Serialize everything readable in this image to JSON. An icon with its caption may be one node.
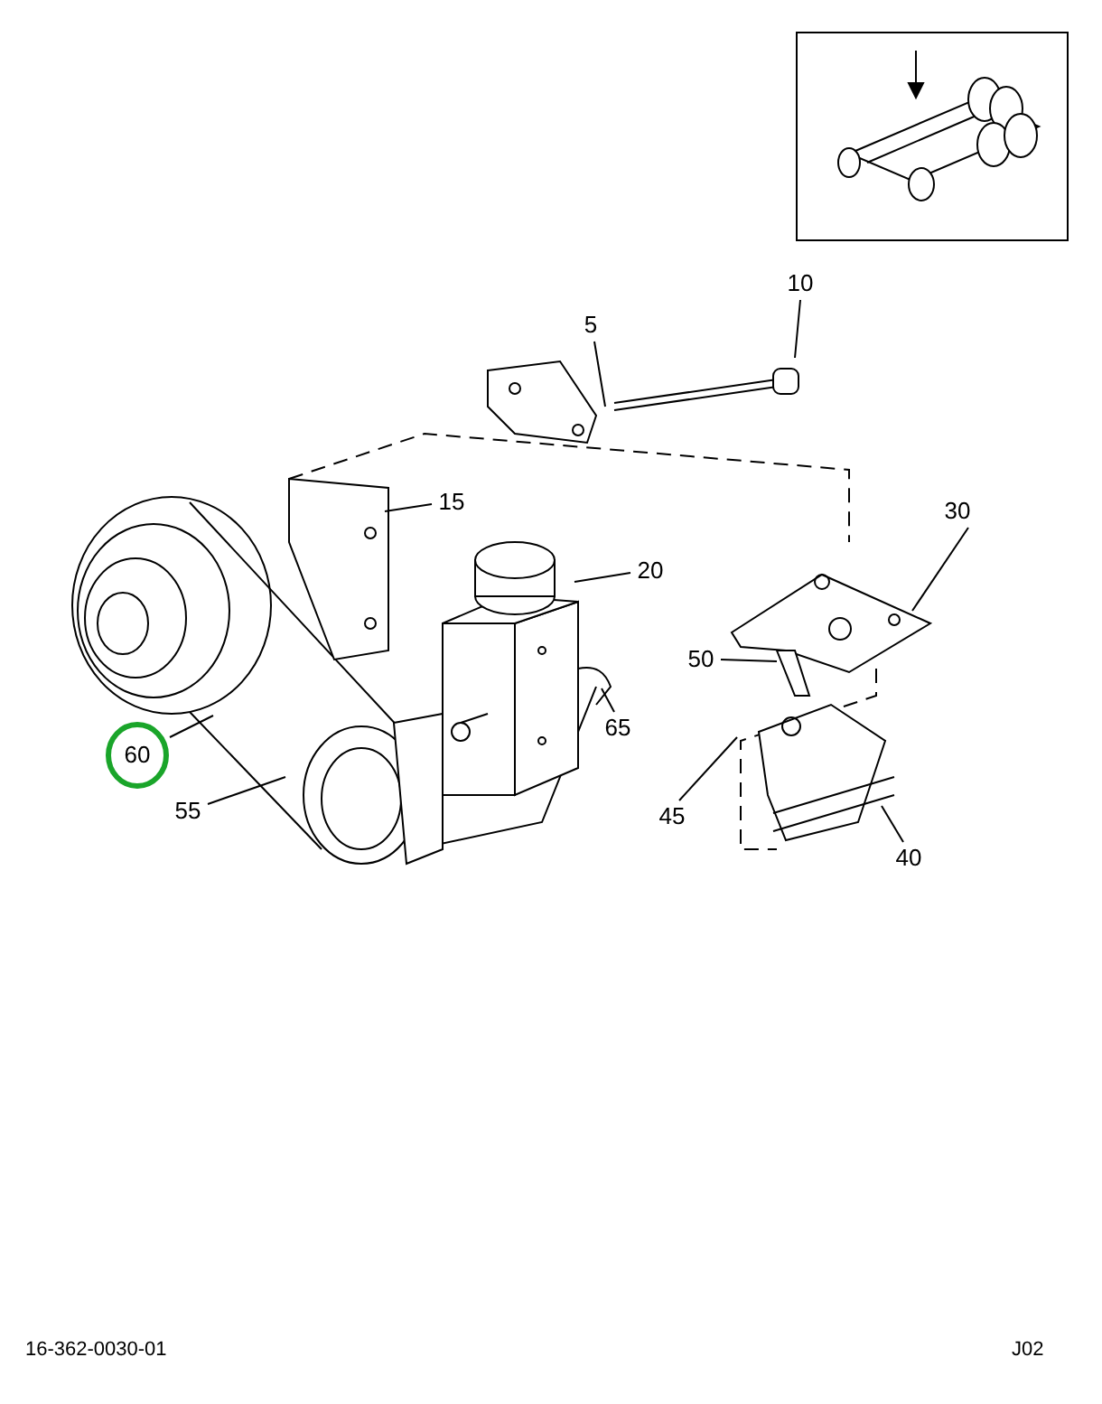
{
  "diagram": {
    "nodes": [
      {
        "text": [
          "10"
        ]
      },
      {
        "text": [
          "5"
        ]
      },
      {
        "text": [
          "15"
        ]
      },
      {
        "text": [
          "20"
        ]
      },
      {
        "text": [
          "30"
        ]
      },
      {
        "text": [
          "50"
        ]
      },
      {
        "text": [
          "65"
        ]
      },
      {
        "text": [
          "60"
        ]
      },
      {
        "text": [
          "55"
        ]
      },
      {
        "text": [
          "45"
        ]
      },
      {
        "text": [
          "40"
        ]
      }
    ],
    "edges": [
      {
        "from": 0,
        "to": null,
        "arrow": "none"
      },
      {
        "from": 1,
        "to": null,
        "arrow": "none"
      },
      {
        "from": 2,
        "to": null,
        "arrow": "none"
      },
      {
        "from": 3,
        "to": null,
        "arrow": "none"
      },
      {
        "from": 4,
        "to": null,
        "arrow": "none"
      },
      {
        "from": 5,
        "to": null,
        "arrow": "none"
      },
      {
        "from": 6,
        "to": null,
        "arrow": "none"
      },
      {
        "from": 7,
        "to": null,
        "arrow": "none"
      },
      {
        "from": 8,
        "to": null,
        "arrow": "none"
      },
      {
        "from": 9,
        "to": null,
        "arrow": "none"
      },
      {
        "from": 10,
        "to": null,
        "arrow": "none"
      }
    ],
    "labels": [
      "16-362-0030-01",
      "J02"
    ]
  }
}
